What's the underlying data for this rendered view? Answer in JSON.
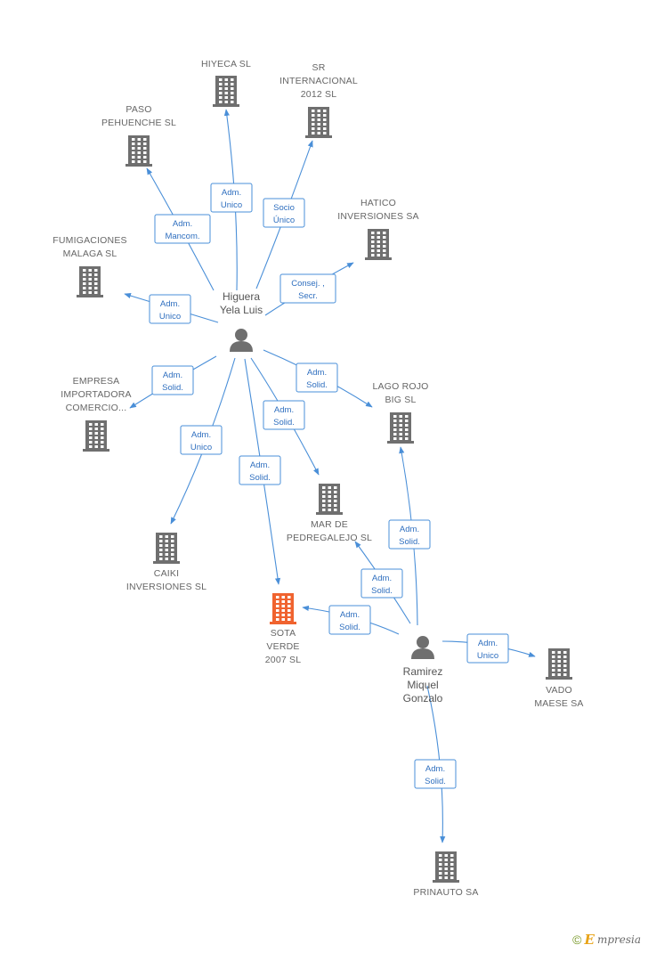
{
  "persons": [
    {
      "id": "higuera",
      "lines": [
        "Higuera",
        "Yela Luis"
      ]
    },
    {
      "id": "ramirez",
      "lines": [
        "Ramirez",
        "Miquel",
        "Gonzalo"
      ]
    }
  ],
  "companies": [
    {
      "id": "hiyeca",
      "lines": [
        "HIYECA SL"
      ],
      "highlight": false
    },
    {
      "id": "sr",
      "lines": [
        "SR",
        "INTERNACIONAL",
        "2012 SL"
      ],
      "highlight": false
    },
    {
      "id": "paso",
      "lines": [
        "PASO",
        "PEHUENCHE SL"
      ],
      "highlight": false
    },
    {
      "id": "hatico",
      "lines": [
        "HATICO",
        "INVERSIONES SA"
      ],
      "highlight": false
    },
    {
      "id": "fumigaciones",
      "lines": [
        "FUMIGACIONES",
        "MALAGA  SL"
      ],
      "highlight": false
    },
    {
      "id": "empresa",
      "lines": [
        "EMPRESA",
        "IMPORTADORA",
        "COMERCIO..."
      ],
      "highlight": false
    },
    {
      "id": "lagorojo",
      "lines": [
        "LAGO ROJO",
        "BIG SL"
      ],
      "highlight": false
    },
    {
      "id": "mar",
      "lines": [
        "MAR DE",
        "PEDREGALEJO SL"
      ],
      "highlight": false
    },
    {
      "id": "caiki",
      "lines": [
        "CAIKI",
        "INVERSIONES SL"
      ],
      "highlight": false
    },
    {
      "id": "sota",
      "lines": [
        "SOTA",
        "VERDE",
        "2007 SL"
      ],
      "highlight": true
    },
    {
      "id": "vado",
      "lines": [
        "VADO",
        "MAESE SA"
      ],
      "highlight": false
    },
    {
      "id": "prinauto",
      "lines": [
        "PRINAUTO SA"
      ],
      "highlight": false
    }
  ],
  "relations": [
    {
      "from": "higuera",
      "to": "hiyeca",
      "lines": [
        "Adm.",
        "Unico"
      ]
    },
    {
      "from": "higuera",
      "to": "sr",
      "lines": [
        "Socio",
        "Único"
      ]
    },
    {
      "from": "higuera",
      "to": "paso",
      "lines": [
        "Adm.",
        "Mancom."
      ]
    },
    {
      "from": "higuera",
      "to": "hatico",
      "lines": [
        "Consej. ,",
        "Secr."
      ]
    },
    {
      "from": "higuera",
      "to": "fumigaciones",
      "lines": [
        "Adm.",
        "Unico"
      ]
    },
    {
      "from": "higuera",
      "to": "empresa",
      "lines": [
        "Adm.",
        "Solid."
      ]
    },
    {
      "from": "higuera",
      "to": "lagorojo",
      "lines": [
        "Adm.",
        "Solid."
      ]
    },
    {
      "from": "higuera",
      "to": "mar",
      "lines": [
        "Adm.",
        "Solid."
      ]
    },
    {
      "from": "higuera",
      "to": "caiki",
      "lines": [
        "Adm.",
        "Unico"
      ]
    },
    {
      "from": "higuera",
      "to": "sota",
      "lines": [
        "Adm.",
        "Solid."
      ]
    },
    {
      "from": "ramirez",
      "to": "lagorojo",
      "lines": [
        "Adm.",
        "Solid."
      ]
    },
    {
      "from": "ramirez",
      "to": "mar",
      "lines": [
        "Adm.",
        "Solid."
      ]
    },
    {
      "from": "ramirez",
      "to": "sota",
      "lines": [
        "Adm.",
        "Solid."
      ]
    },
    {
      "from": "ramirez",
      "to": "vado",
      "lines": [
        "Adm.",
        "Unico"
      ]
    },
    {
      "from": "ramirez",
      "to": "prinauto",
      "lines": [
        "Adm.",
        "Solid."
      ]
    }
  ],
  "colors": {
    "edge": "#4a8fd8",
    "building": "#6f6f6f",
    "building_highlight": "#f0632f",
    "person": "#6f6f6f"
  },
  "icons": {
    "company": "building-icon",
    "person": "person-icon"
  },
  "footer": {
    "copyright": "©",
    "brand_initial": "E",
    "brand_rest": "mpresia"
  }
}
